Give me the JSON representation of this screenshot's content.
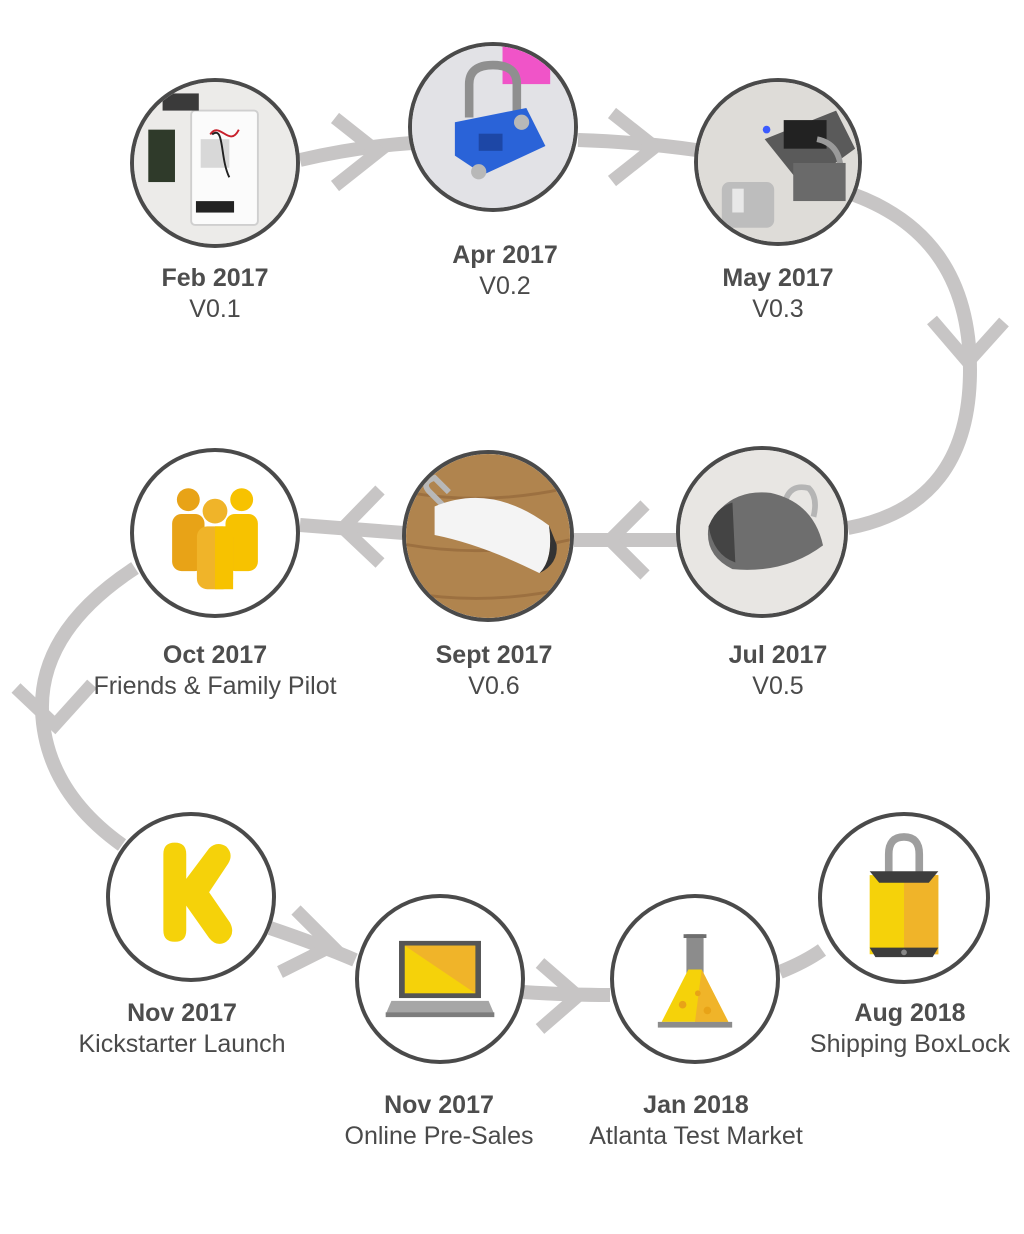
{
  "colors": {
    "path": "#c7c5c5",
    "ring": "#4a4a4a",
    "accent_yellow": "#f5d20a",
    "accent_orange": "#f0b429",
    "text": "#4a4a4a"
  },
  "milestones": [
    {
      "id": "feb-2017",
      "date": "Feb 2017",
      "title": "V0.1",
      "icon": "prototype-board-photo"
    },
    {
      "id": "apr-2017",
      "date": "Apr 2017",
      "title": "V0.2",
      "icon": "blue-3d-printed-lock-photo"
    },
    {
      "id": "may-2017",
      "date": "May 2017",
      "title": "V0.3",
      "icon": "electronics-prototype-photo"
    },
    {
      "id": "jul-2017",
      "date": "Jul 2017",
      "title": "V0.5",
      "icon": "gray-lock-photo"
    },
    {
      "id": "sept-2017",
      "date": "Sept 2017",
      "title": "V0.6",
      "icon": "white-lock-photo"
    },
    {
      "id": "oct-2017",
      "date": "Oct 2017",
      "title": "Friends & Family Pilot",
      "icon": "people-icon"
    },
    {
      "id": "nov-2017-a",
      "date": "Nov 2017",
      "title": "Kickstarter Launch",
      "icon": "kickstarter-k-icon"
    },
    {
      "id": "nov-2017-b",
      "date": "Nov 2017",
      "title": "Online Pre-Sales",
      "icon": "laptop-icon"
    },
    {
      "id": "jan-2018",
      "date": "Jan 2018",
      "title": "Atlanta Test Market",
      "icon": "flask-icon"
    },
    {
      "id": "aug-2018",
      "date": "Aug 2018",
      "title": "Shipping BoxLock",
      "icon": "padlock-icon"
    }
  ]
}
